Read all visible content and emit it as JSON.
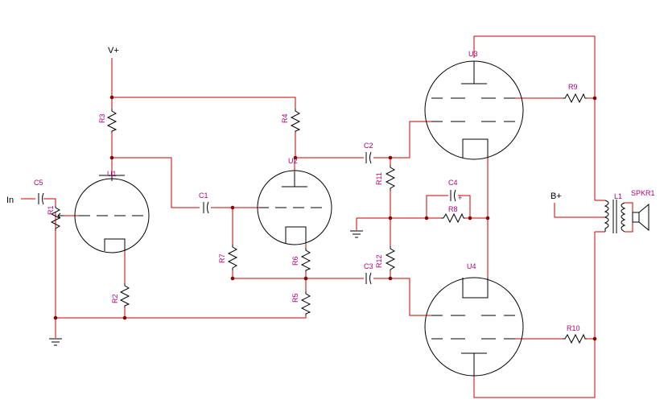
{
  "labels": {
    "input": "In",
    "vplus": "V+",
    "bplus": "B+",
    "r1": "R1",
    "r2": "R2",
    "r3": "R3",
    "r4": "R4",
    "r5": "R5",
    "r6": "R6",
    "r7": "R7",
    "r8": "R8",
    "r9": "R9",
    "r10": "R10",
    "r11": "R11",
    "r12": "R12",
    "c1": "C1",
    "c2": "C2",
    "c3": "C3",
    "c4": "C4",
    "c5": "C5",
    "c4_plus": "+",
    "u1": "U1",
    "u2": "U2",
    "u3": "U3",
    "u4": "U4",
    "l1": "L1",
    "spkr1": "SPKR1"
  },
  "colors": {
    "wire": "#cc0000",
    "component": "#000000",
    "label": "#b0007a",
    "junction": "#8b0000"
  }
}
